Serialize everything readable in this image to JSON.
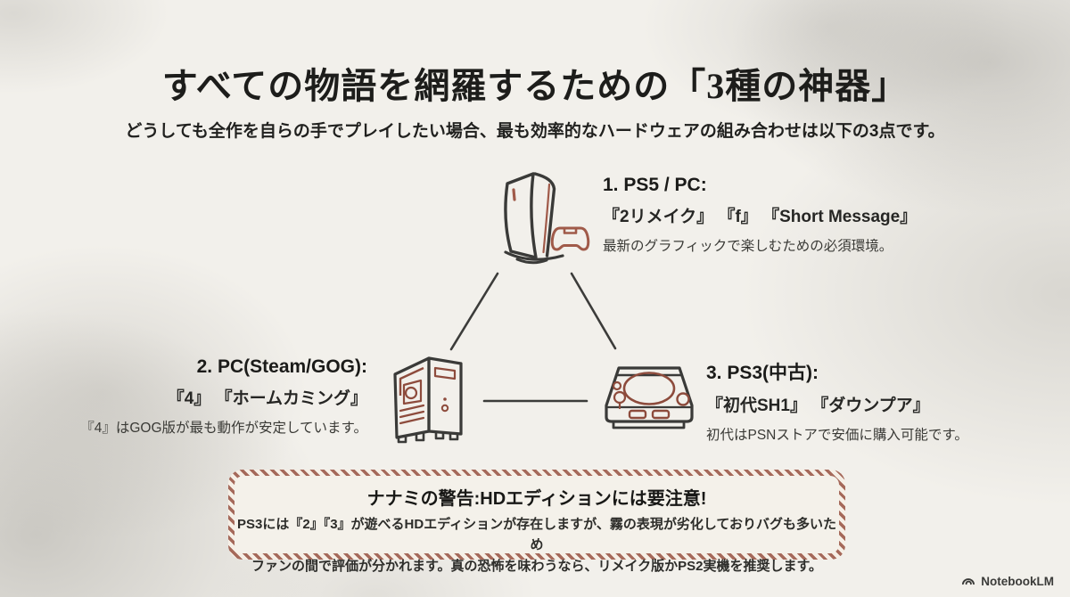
{
  "page": {
    "title": "すべての物語を網羅するための「3種の神器」",
    "subtitle": "どうしても全作を自らの手でプレイしたい場合、最も効率的なハードウェアの組み合わせは以下の3点です。"
  },
  "items": [
    {
      "id": "ps5",
      "icon": "ps5-console-icon",
      "heading": "1. PS5 / PC:",
      "games": "『2リメイク』 『f』 『Short Message』",
      "note": "最新のグラフィックで楽しむための必須環境。"
    },
    {
      "id": "pc",
      "icon": "pc-tower-icon",
      "heading": "2. PC(Steam/GOG):",
      "games": "『4』 『ホームカミング』",
      "note": "『4』はGOG版が最も動作が安定しています。"
    },
    {
      "id": "ps3",
      "icon": "ps1-console-icon",
      "heading": "3. PS3(中古):",
      "games": "『初代SH1』 『ダウンプア』",
      "note": "初代はPSNストアで安価に購入可能です。"
    }
  ],
  "warning": {
    "title": "ナナミの警告:HDエディションには要注意!",
    "body_line1": "PS3には『2』『3』が遊べるHDエディションが存在しますが、霧の表現が劣化しておりバグも多いため",
    "body_line2": "ファンの間で評価が分かれます。真の恐怖を味わうなら、リメイク版かPS2実機を推奨します。"
  },
  "footer": {
    "brand": "NotebookLM"
  },
  "colors": {
    "paper": "#f2f0eb",
    "line_dark": "#3c3c3a",
    "accent_red": "#a05a49",
    "warning_stripe": "#a5695a"
  }
}
